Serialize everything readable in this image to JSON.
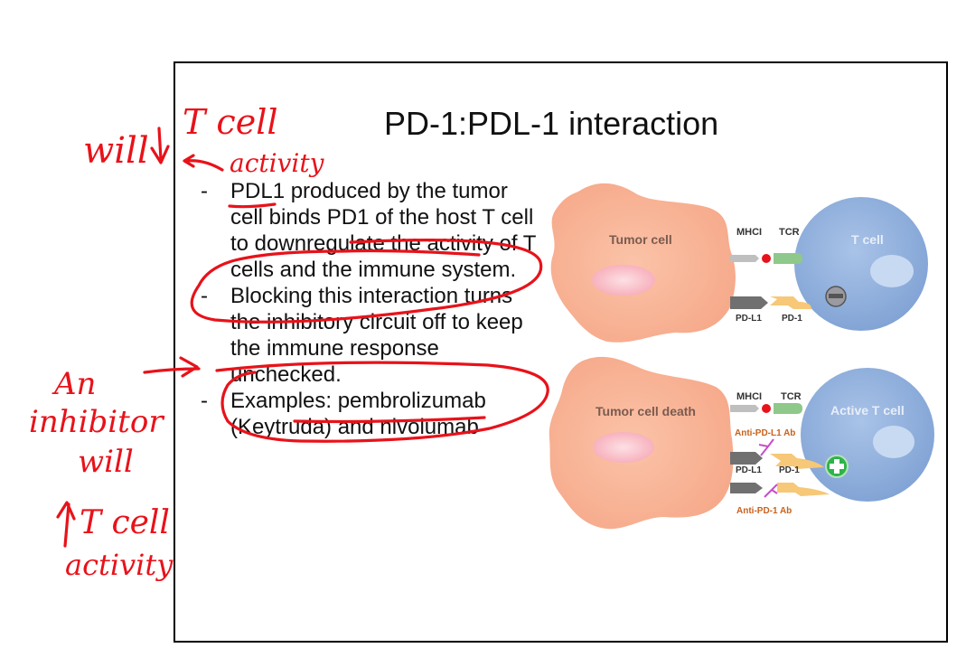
{
  "slide": {
    "title": "PD-1:PDL-1 interaction",
    "bullets": [
      {
        "dash": "-",
        "text": "PDL1 produced by the tumor cell binds PD1 of the host T cell to downregulate the activity of T cells and the immune system."
      },
      {
        "dash": "-",
        "text": "Blocking this interaction turns the inhibitory circuit off to keep the immune response unchecked."
      },
      {
        "dash": "-",
        "text": "Examples: pembrolizumab (Keytruda) and nivolumab"
      }
    ]
  },
  "diagram": {
    "top": {
      "tumor_label": "Tumor cell",
      "tcell_label": "T cell",
      "mhc_label": "MHCI",
      "tcr_label": "TCR",
      "pdl1_label": "PD-L1",
      "pd1_label": "PD-1",
      "tcell_indicator": "minus"
    },
    "bottom": {
      "tumor_label": "Tumor cell death",
      "tcell_label": "Active T cell",
      "mhc_label": "MHCI",
      "tcr_label": "TCR",
      "pdl1_label": "PD-L1",
      "pd1_label": "PD-1",
      "antibody1_label": "Anti-PD-L1 Ab",
      "antibody2_label": "Anti-PD-1 Ab",
      "tcell_indicator": "plus"
    },
    "colors": {
      "tumor": "#f9b89a",
      "tcell": "#93b2dd",
      "antibody": "#c64ec6",
      "antibody_label": "#c8621c"
    }
  },
  "annotations": {
    "top_left": [
      "will",
      "T cell",
      "activity"
    ],
    "left": [
      "An",
      "inhibitor",
      "will",
      "T cell",
      "activity"
    ],
    "ink_color": "#e8121a"
  }
}
